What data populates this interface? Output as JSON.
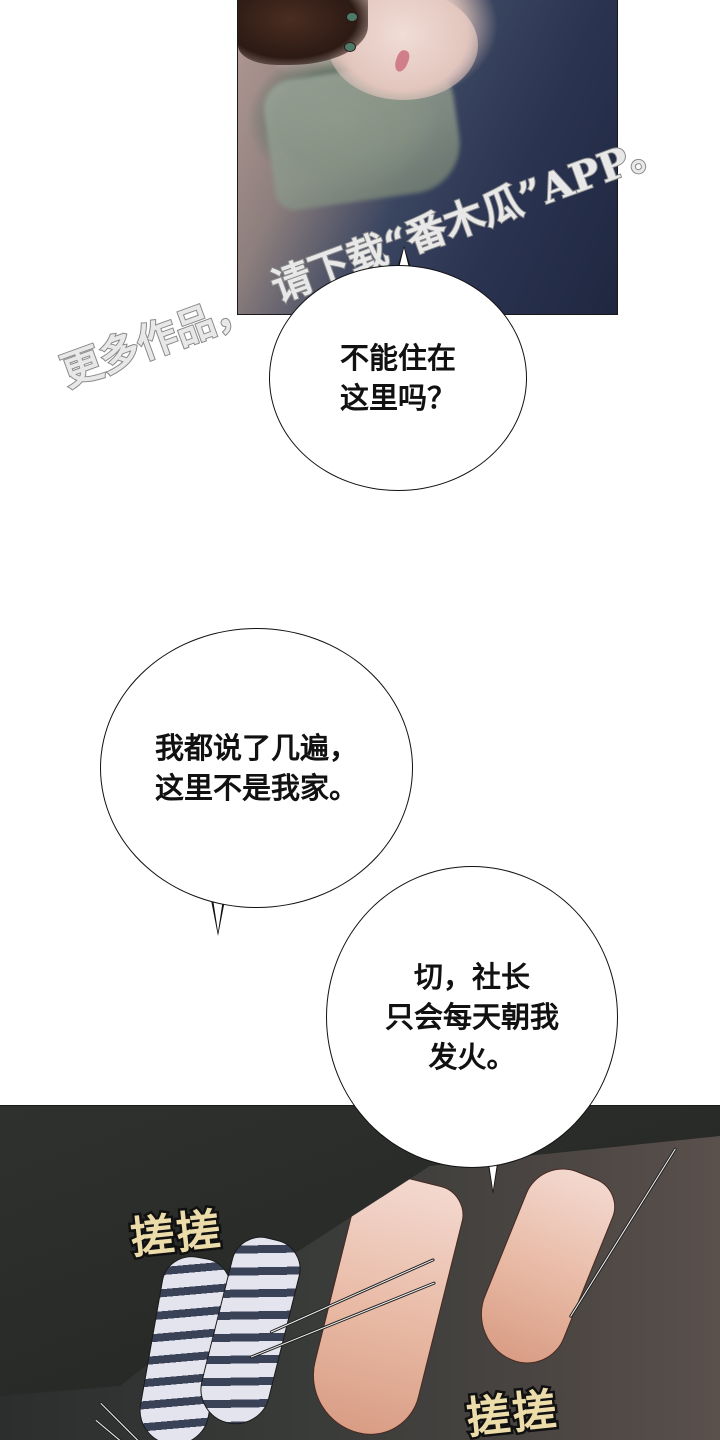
{
  "comic": {
    "panels": [
      {
        "id": "top",
        "description": "young man with brown hair lying on a pillow, navy shirt"
      },
      {
        "id": "bottom",
        "description": "feet rubbing together under a dark blanket; striped socks and bare feet"
      }
    ],
    "watermark": {
      "line1": "更多作品，",
      "line2": "请下载“番木瓜”APP。",
      "color": "#e8e8e8",
      "outline_color": "#8a8a8a"
    },
    "bubbles": [
      {
        "id": "bubble-1",
        "text": "不能住在\n这里吗？"
      },
      {
        "id": "bubble-2",
        "text": "我都说了几遍，\n这里不是我家。"
      },
      {
        "id": "bubble-3",
        "text": "切，社长\n只会每天朝我\n发火。"
      }
    ],
    "sound_effects": [
      {
        "id": "sfx-1",
        "text": "搓搓"
      },
      {
        "id": "sfx-2",
        "text": "搓搓"
      }
    ],
    "colors": {
      "page_background": "#ffffff",
      "sfx_fill": "#ecdcaa",
      "sfx_outline": "#111111",
      "bubble_fill": "#ffffff",
      "bubble_outline": "#111111"
    }
  }
}
